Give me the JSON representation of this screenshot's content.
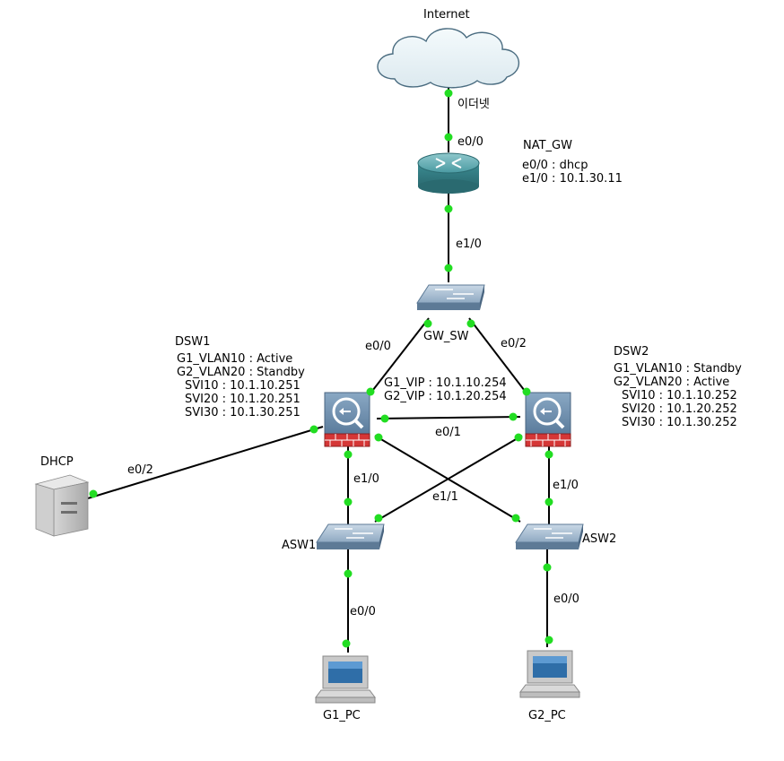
{
  "devices": {
    "internet": "Internet",
    "nat_gw": "NAT_GW",
    "gw_sw": "GW_SW",
    "dsw1": "DSW1",
    "dsw2": "DSW2",
    "asw1": "ASW1",
    "asw2": "ASW2",
    "dhcp": "DHCP",
    "g1_pc": "G1_PC",
    "g2_pc": "G2_PC"
  },
  "ports": {
    "internet_link": "이더넷",
    "nat_e0_0": "e0/0",
    "nat_e1_0": "e1/0",
    "gw_e0_0": "e0/0",
    "gw_e0_2": "e0/2",
    "dsw_e0_1": "e0/1",
    "dsw_e1_1": "e1/1",
    "dsw1_e0_2": "e0/2",
    "dsw1_e1_0": "e1/0",
    "dsw2_e1_0": "e1/0",
    "asw1_e0_0": "e0/0",
    "asw2_e0_0": "e0/0"
  },
  "notes": {
    "nat_gw": [
      "e0/0 : dhcp",
      "e1/0 : 10.1.30.11"
    ],
    "vip": [
      "G1_VIP : 10.1.10.254",
      "G2_VIP : 10.1.20.254"
    ],
    "dsw1": [
      "G1_VLAN10 : Active",
      "G2_VLAN20 : Standby",
      "SVI10 : 10.1.10.251",
      "SVI20 : 10.1.20.251",
      "SVI30 : 10.1.30.251"
    ],
    "dsw2": [
      "G1_VLAN10 : Standby",
      "G2_VLAN20 : Active",
      "SVI10 : 10.1.10.252",
      "SVI20 : 10.1.20.252",
      "SVI30 : 10.1.30.252"
    ]
  },
  "colors": {
    "link_dot": "#22dd22",
    "router": "#3c8a92",
    "switch": "#7e9cb5",
    "firewall": "#6f8fae",
    "firewall_brick": "#d53636"
  }
}
